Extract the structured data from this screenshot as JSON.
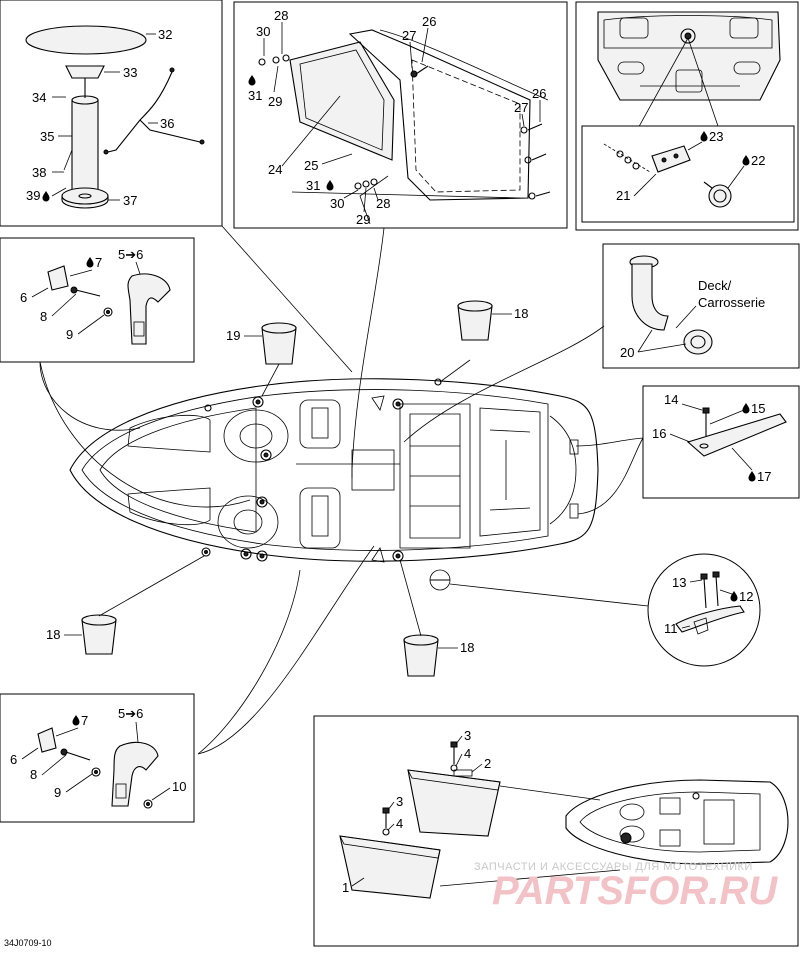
{
  "diagram_code": "34J0709-10",
  "callouts": {
    "c1": "1",
    "c2": "2",
    "c3a": "3",
    "c3b": "3",
    "c4a": "4",
    "c4b": "4",
    "c5a": "5➔6",
    "c5b": "5➔6",
    "c6a": "6",
    "c6b": "6",
    "c7a": "7",
    "c7b": "7",
    "c8a": "8",
    "c8b": "8",
    "c9a": "9",
    "c9b": "9",
    "c10": "10",
    "c11": "11",
    "c12": "12",
    "c13": "13",
    "c14": "14",
    "c15": "15",
    "c16": "16",
    "c17": "17",
    "c18a": "18",
    "c18b": "18",
    "c18c": "18",
    "c19": "19",
    "c20": "20",
    "c21": "21",
    "c22": "22",
    "c23": "23",
    "c24": "24",
    "c25": "25",
    "c26a": "26",
    "c26b": "26",
    "c27a": "27",
    "c27b": "27",
    "c28a": "28",
    "c28b": "28",
    "c29a": "29",
    "c29b": "29",
    "c30a": "30",
    "c30b": "30",
    "c31a": "31",
    "c31b": "31",
    "c32": "32",
    "c33": "33",
    "c34": "34",
    "c35": "35",
    "c36": "36",
    "c37": "37",
    "c38": "38",
    "c39": "39"
  },
  "deck_label_line1": "Deck/",
  "deck_label_line2": "Carrosserie",
  "watermark_line1": "ЗАПЧАСТИ И АКСЕССУАРЫ ДЛЯ МОТОТЕХНИКИ",
  "watermark_logo": "PARTSFOR.RU",
  "icons": {
    "sealant": "drop-icon"
  }
}
